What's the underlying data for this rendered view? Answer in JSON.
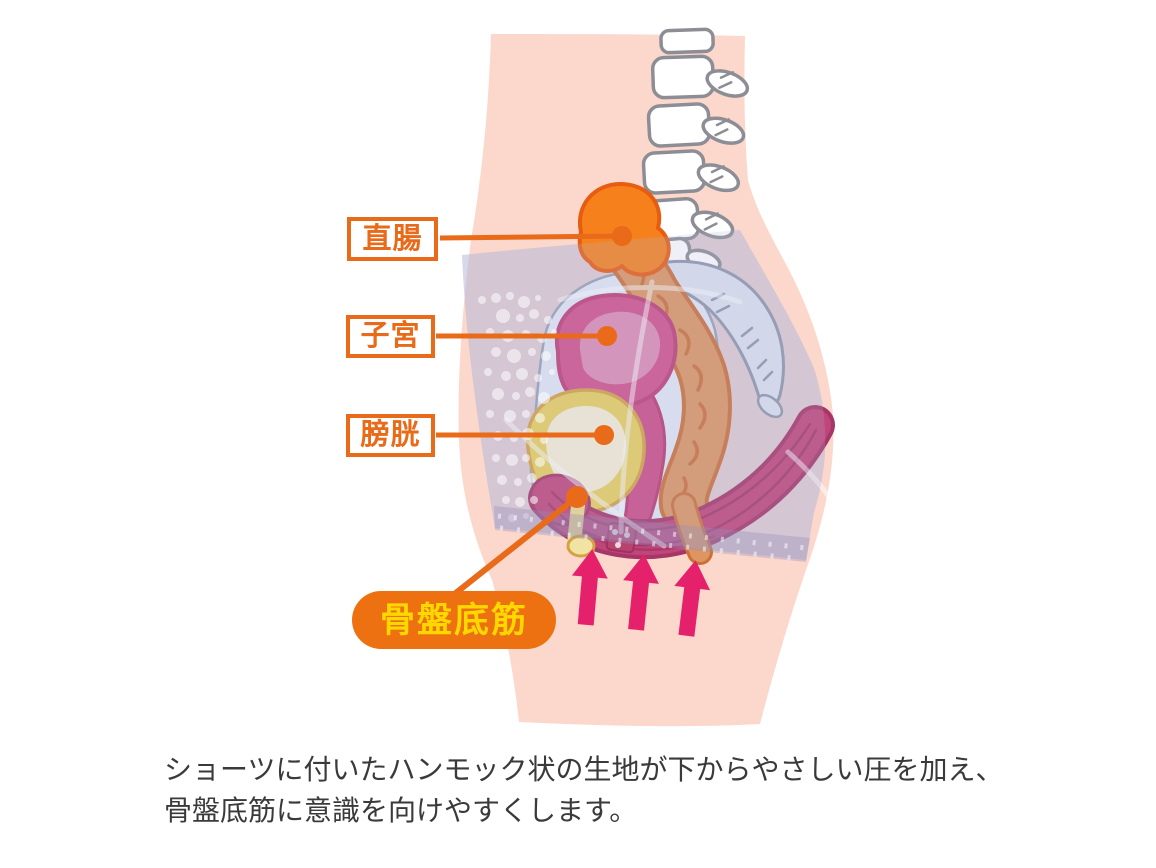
{
  "diagram": {
    "title_none": "",
    "labels": {
      "rectum": "直腸",
      "uterus": "子宮",
      "bladder": "膀胱",
      "pelvic_floor": "骨盤底筋"
    },
    "caption_line1": "ショーツに付いたハンモック状の生地が下からやさしい圧を加え、",
    "caption_line2": "骨盤底筋に意識を向けやすくします。",
    "arrows": {
      "count": 3,
      "direction": "up"
    },
    "colors": {
      "label_orange": "#e96a18",
      "pill_orange": "#ee7111",
      "pill_text_yellow": "#ffd800",
      "arrow_pink": "#e6216b",
      "caption_gray": "#3a3a3a",
      "body_pink": "#fbd8cb",
      "organ_rectum": "#f6801c",
      "organ_colon": "#dd9661",
      "organ_uterus": "#d15089",
      "organ_bladder": "#e8d05e",
      "organ_muscle": "#c04579",
      "bone_blue": "#dbe0ee"
    }
  }
}
